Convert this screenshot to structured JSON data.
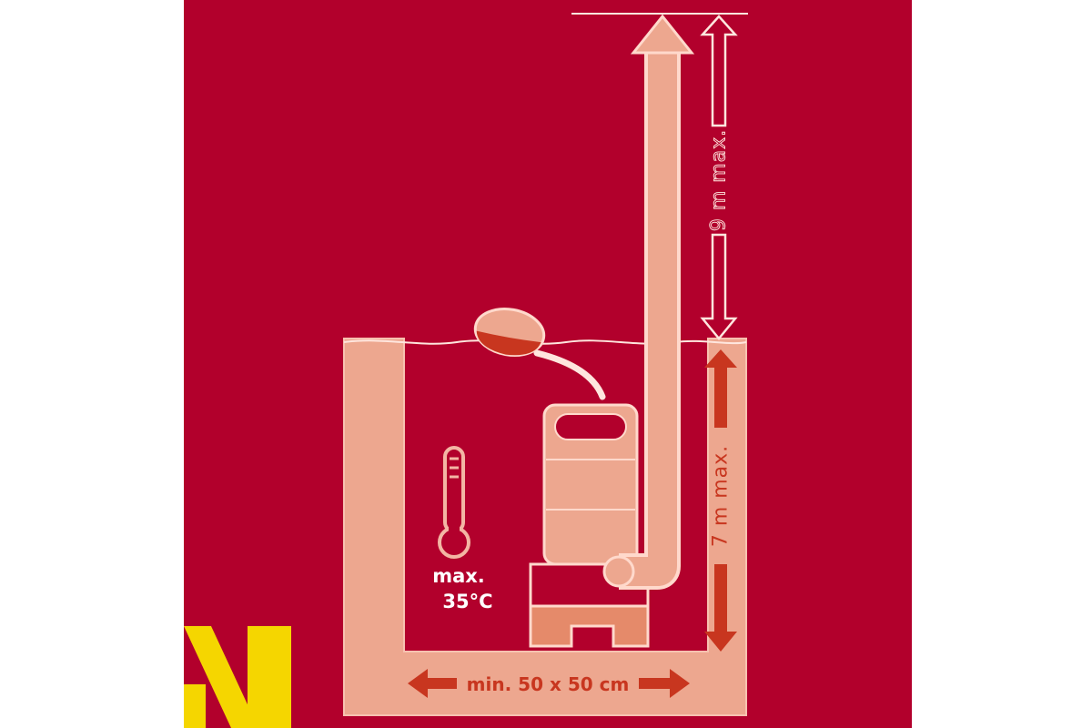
{
  "labels": {
    "pump_height": "9 m max.",
    "immersion_depth": "7 m max.",
    "temperature_prefix": "max.",
    "temperature_value": "35°C",
    "shaft_size": "min. 50 x 50 cm"
  },
  "icons": {
    "thermometer": "thermometer-icon",
    "float_switch": "float-switch-icon",
    "pump": "submersible-pump-icon",
    "logo": "yellow-brand-logo"
  },
  "colors": {
    "background": "#b2002c",
    "shaft": "#eda78f",
    "accent_dark": "#c8361f",
    "logo": "#f5d600",
    "line": "#ffe6de"
  }
}
